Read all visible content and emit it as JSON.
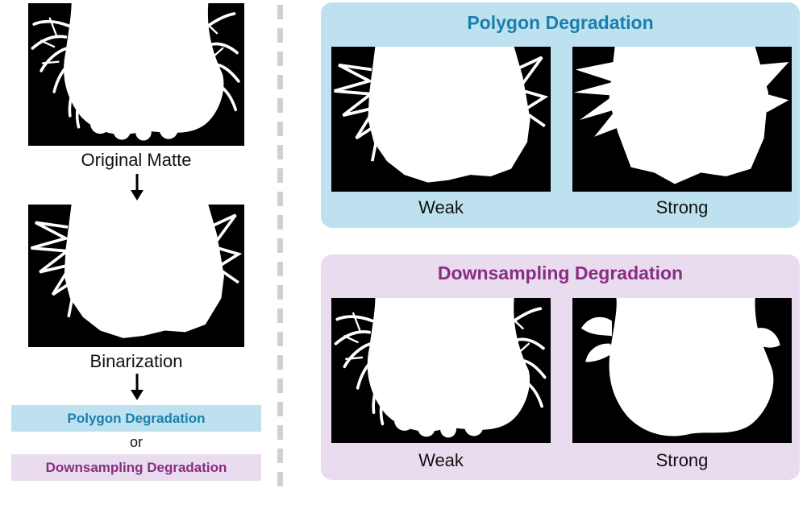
{
  "colors": {
    "polygon_accent": "#1a7fae",
    "polygon_bg": "#bde1ef",
    "downsampling_accent": "#8a2d82",
    "downsampling_bg": "#e9dcef"
  },
  "pipeline": {
    "original_label": "Original Matte",
    "binarization_label": "Binarization",
    "polygon_label": "Polygon Degradation",
    "or_label": "or",
    "downsampling_label": "Downsampling Degradation"
  },
  "polygon_panel": {
    "title": "Polygon Degradation",
    "weak_label": "Weak",
    "strong_label": "Strong"
  },
  "downsampling_panel": {
    "title": "Downsampling Degradation",
    "weak_label": "Weak",
    "strong_label": "Strong"
  }
}
